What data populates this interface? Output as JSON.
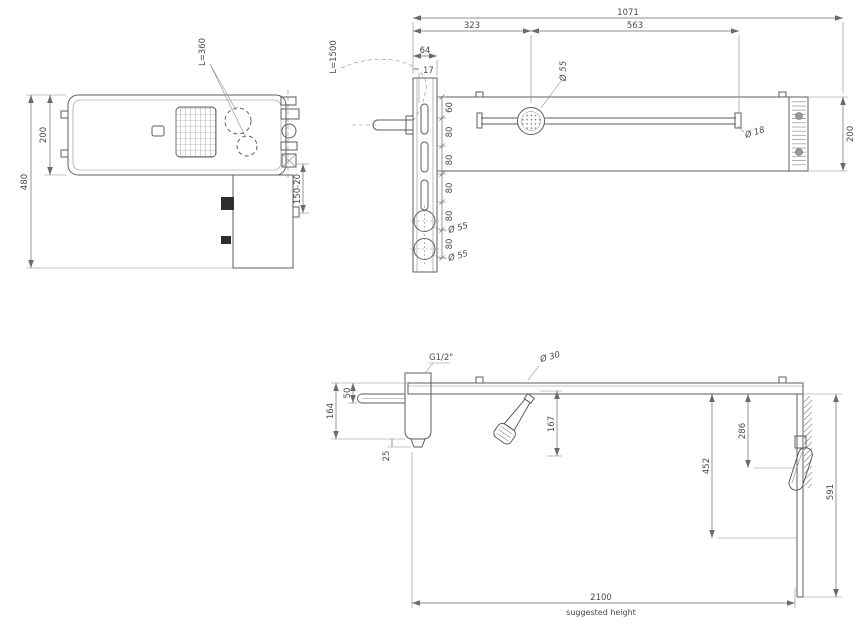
{
  "drawing": {
    "background": "#ffffff",
    "line_color": "#5e5e5e",
    "dim_line_color": "#6a6a6a",
    "text_color": "#4a4a4a"
  },
  "views": {
    "plan": {
      "dims": {
        "body_depth": "200",
        "total_depth": "480",
        "hose_length": "L=360",
        "bracket_range": "150-20"
      }
    },
    "front": {
      "dims": {
        "total_length": "1071",
        "left_to_head": "323",
        "head_to_rail_end": "563",
        "column_width": "64",
        "column_offset": "17",
        "head_diameter": "Ø 55",
        "rail_diameter": "Ø 18",
        "panel_height": "200",
        "hose_length": "L=1500",
        "spacings": [
          "60",
          "80",
          "80",
          "80",
          "80",
          "80"
        ],
        "knob1_diameter": "Ø 55",
        "knob2_diameter": "Ø 55"
      }
    },
    "side": {
      "dims": {
        "inlet_thread": "G1/2\"",
        "hole_diameter": "Ø 30",
        "pipe_offset": "50",
        "spout_drop": "164",
        "nozzle_length": "25",
        "handshower_drop": "167",
        "head_drop": "286",
        "head_bottom_drop": "452",
        "column_drop": "591",
        "install_height": "2100",
        "install_note": "suggested height"
      }
    }
  }
}
